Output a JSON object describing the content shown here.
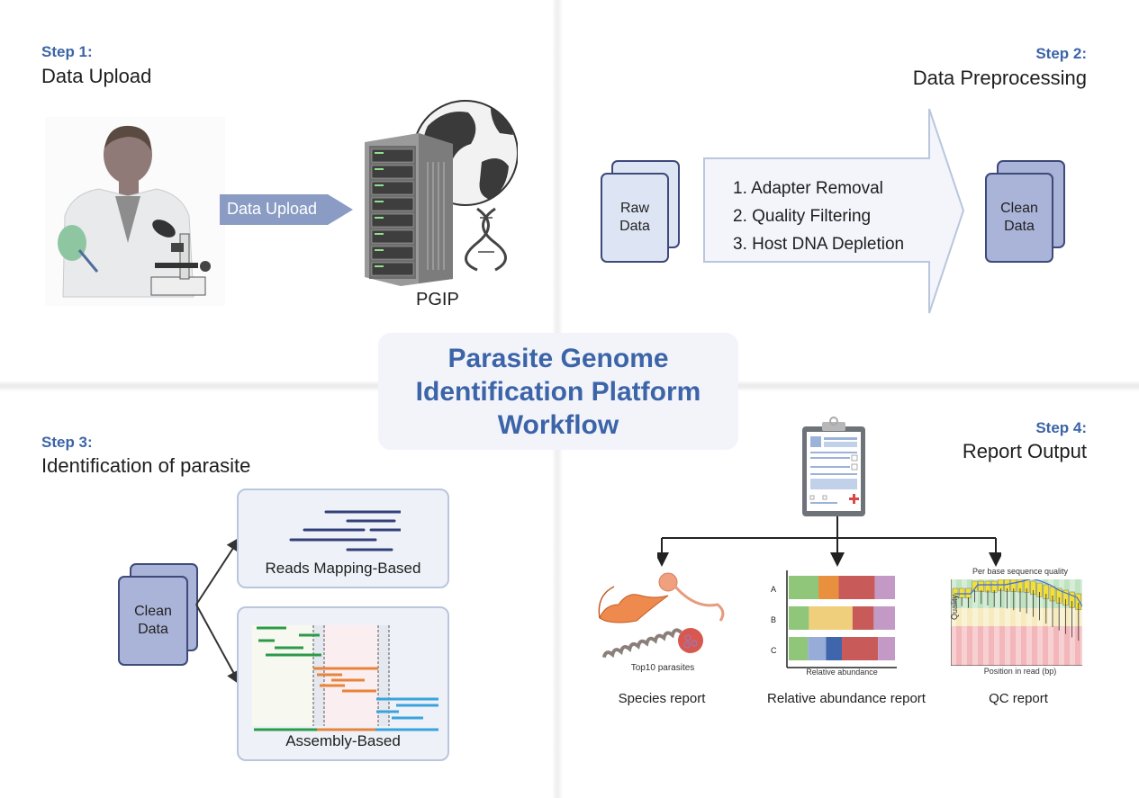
{
  "title": {
    "lines": [
      "Parasite Genome",
      "Identification Platform",
      "Workflow"
    ],
    "color": "#3c64a8"
  },
  "steps": [
    {
      "label": "Step 1:",
      "title": "Data Upload"
    },
    {
      "label": "Step 2:",
      "title": "Data Preprocessing"
    },
    {
      "label": "Step 3:",
      "title": "Identification of parasite"
    },
    {
      "label": "Step 4:",
      "title": "Report Output"
    }
  ],
  "step1": {
    "arrow_label": "Data Upload",
    "server_label": "PGIP",
    "icons": [
      "scientist-icon",
      "microscope-icon",
      "server-icon",
      "globe-icon",
      "dna-icon"
    ]
  },
  "step2": {
    "input_doc": [
      "Raw",
      "Data"
    ],
    "output_doc": [
      "Clean",
      "Data"
    ],
    "processes": [
      "1.  Adapter Removal",
      "2.  Quality Filtering",
      "3.  Host DNA Depletion"
    ]
  },
  "step3": {
    "input_doc": [
      "Clean",
      "Data"
    ],
    "methods": [
      {
        "label": "Reads Mapping-Based"
      },
      {
        "label": "Assembly-Based"
      }
    ]
  },
  "step4": {
    "reports": [
      {
        "label": "Species report",
        "caption": "Top10 parasites"
      },
      {
        "label": "Relative abundance report",
        "caption": "Relative abundance"
      },
      {
        "label": "QC report",
        "caption": "Per base sequence quality",
        "xlabel": "Position in read (bp)",
        "ylabel": "Quality"
      }
    ],
    "abundance": {
      "rows": [
        "A",
        "B",
        "C"
      ],
      "segments": [
        [
          {
            "c": "#8fc67a",
            "v": 0.28
          },
          {
            "c": "#e8903e",
            "v": 0.19
          },
          {
            "c": "#c95a5a",
            "v": 0.34
          },
          {
            "c": "#c39ac6",
            "v": 0.19
          }
        ],
        [
          {
            "c": "#8fc67a",
            "v": 0.19
          },
          {
            "c": "#f0cf7c",
            "v": 0.41
          },
          {
            "c": "#c95a5a",
            "v": 0.2
          },
          {
            "c": "#c39ac6",
            "v": 0.2
          }
        ],
        [
          {
            "c": "#8fc67a",
            "v": 0.18
          },
          {
            "c": "#97acd6",
            "v": 0.17
          },
          {
            "c": "#3f66ad",
            "v": 0.15
          },
          {
            "c": "#c95a5a",
            "v": 0.34
          },
          {
            "c": "#c39ac6",
            "v": 0.16
          }
        ]
      ]
    }
  },
  "colors": {
    "accent": "#3c64a8",
    "arrow_fill": "#8a9cc4",
    "doc_light": "#dde5f4",
    "doc_dark": "#aab4d8",
    "doc_border": "#3d4a7a",
    "read_line": "#34407a",
    "green": "#2c9a4a",
    "orange": "#e8843a",
    "blue": "#3ba3dc"
  }
}
